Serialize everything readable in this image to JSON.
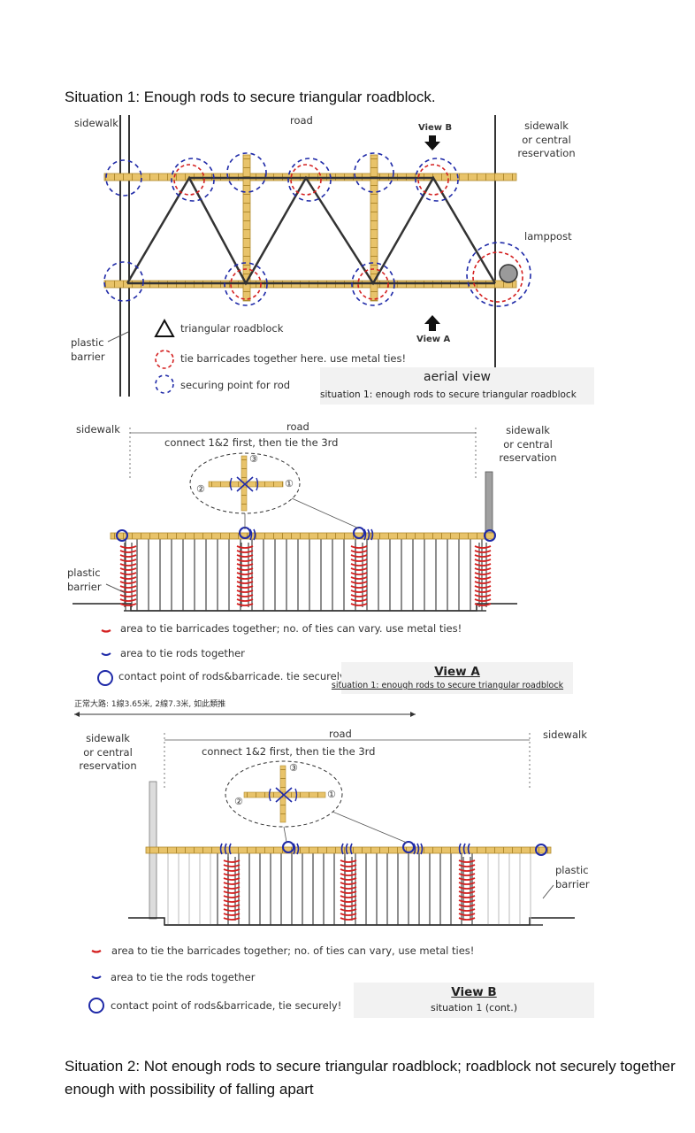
{
  "headings": {
    "situation1": "Situation 1: Enough rods to secure triangular roadblock.",
    "situation2": "Situation 2: Not enough rods to secure triangular roadblock; roadblock not securely together enough with possibility of falling apart"
  },
  "aerial": {
    "sidewalk_left": "sidewalk",
    "road": "road",
    "view_b": "View B",
    "sidewalk_right": [
      "sidewalk",
      "or central",
      "reservation"
    ],
    "lamppost": "lamppost",
    "plastic_barrier": [
      "plastic",
      "barrier"
    ],
    "view_a": "View A",
    "legend": [
      {
        "icon": "triangle-icon",
        "text": "triangular roadblock"
      },
      {
        "icon": "red-dashed-circle-icon",
        "text": "tie barricades together here. use metal ties!"
      },
      {
        "icon": "blue-dashed-circle-icon",
        "text": "securing point for rod"
      }
    ],
    "caption_title": "aerial view",
    "caption_sub": "situation 1: enough rods to secure triangular roadblock"
  },
  "view_a": {
    "sidewalk_left": "sidewalk",
    "road": "road",
    "instruction": "connect 1&2 first, then tie the 3rd",
    "sidewalk_right": [
      "sidewalk",
      "or central",
      "reservation"
    ],
    "plastic_barrier": [
      "plastic",
      "barrier"
    ],
    "numbers": [
      "①",
      "②",
      "③"
    ],
    "legend": [
      {
        "icon": "red-tie-icon",
        "text": "area to tie barricades together; no. of ties can vary. use metal ties!"
      },
      {
        "icon": "blue-tie-icon",
        "text": "area to tie rods together"
      },
      {
        "icon": "blue-circle-icon",
        "text": "contact point of rods&barricade. tie securely!"
      }
    ],
    "caption_title": "View A",
    "caption_sub": "situation 1: enough rods to secure triangular roadblock",
    "note_chinese": "正常大路: 1線3.65米, 2線7.3米, 如此類推"
  },
  "view_b": {
    "sidewalk_left": [
      "sidewalk",
      "or central",
      "reservation"
    ],
    "road": "road",
    "instruction": "connect 1&2 first, then tie the 3rd",
    "sidewalk_right": "sidewalk",
    "plastic_barrier": [
      "plastic",
      "barrier"
    ],
    "numbers": [
      "①",
      "②",
      "③"
    ],
    "legend": [
      {
        "icon": "red-tie-icon",
        "text": "area to tie the barricades together; no. of ties can vary, use metal ties!"
      },
      {
        "icon": "blue-tie-icon",
        "text": "area to tie the rods together"
      },
      {
        "icon": "blue-circle-icon",
        "text": "contact point of rods&barricade, tie securely!"
      }
    ],
    "caption_title": "View B",
    "caption_sub": "situation 1 (cont.)"
  },
  "colors": {
    "rod": "#e8c36a",
    "rod_edge": "#b08a2e",
    "red_tie": "#d42020",
    "blue": "#1f2aa8",
    "frame": "#333333"
  }
}
